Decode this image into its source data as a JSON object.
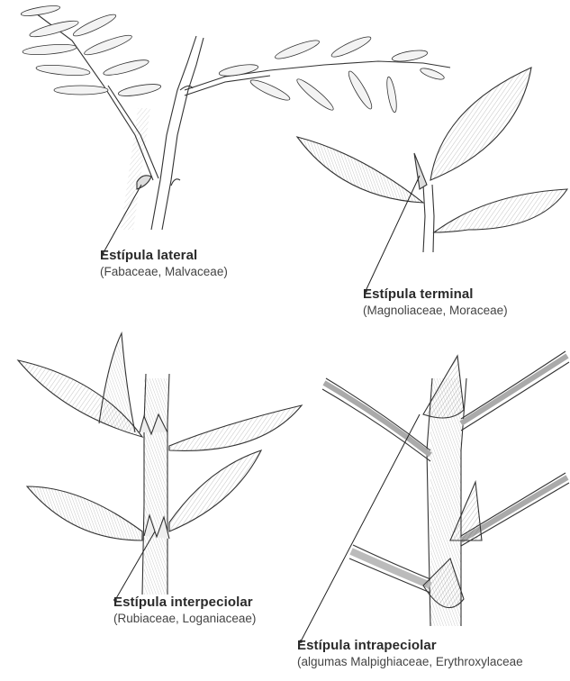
{
  "figure": {
    "panels": [
      {
        "id": "lateral",
        "title": "Estípula lateral",
        "families": "(Fabaceae, Malvaceae)"
      },
      {
        "id": "terminal",
        "title": "Estípula terminal",
        "families": "(Magnoliaceae, Moraceae)"
      },
      {
        "id": "interpeciolar",
        "title": "Estípula interpeciolar",
        "families": "(Rubiaceae, Loganiaceae)"
      },
      {
        "id": "intrapeciolar",
        "title": "Estípula intrapeciolar",
        "families": "(algumas Malpighiaceae, Erythroxylaceae"
      }
    ]
  },
  "colors": {
    "ink": "#2a2a2a",
    "paper": "#ffffff"
  }
}
